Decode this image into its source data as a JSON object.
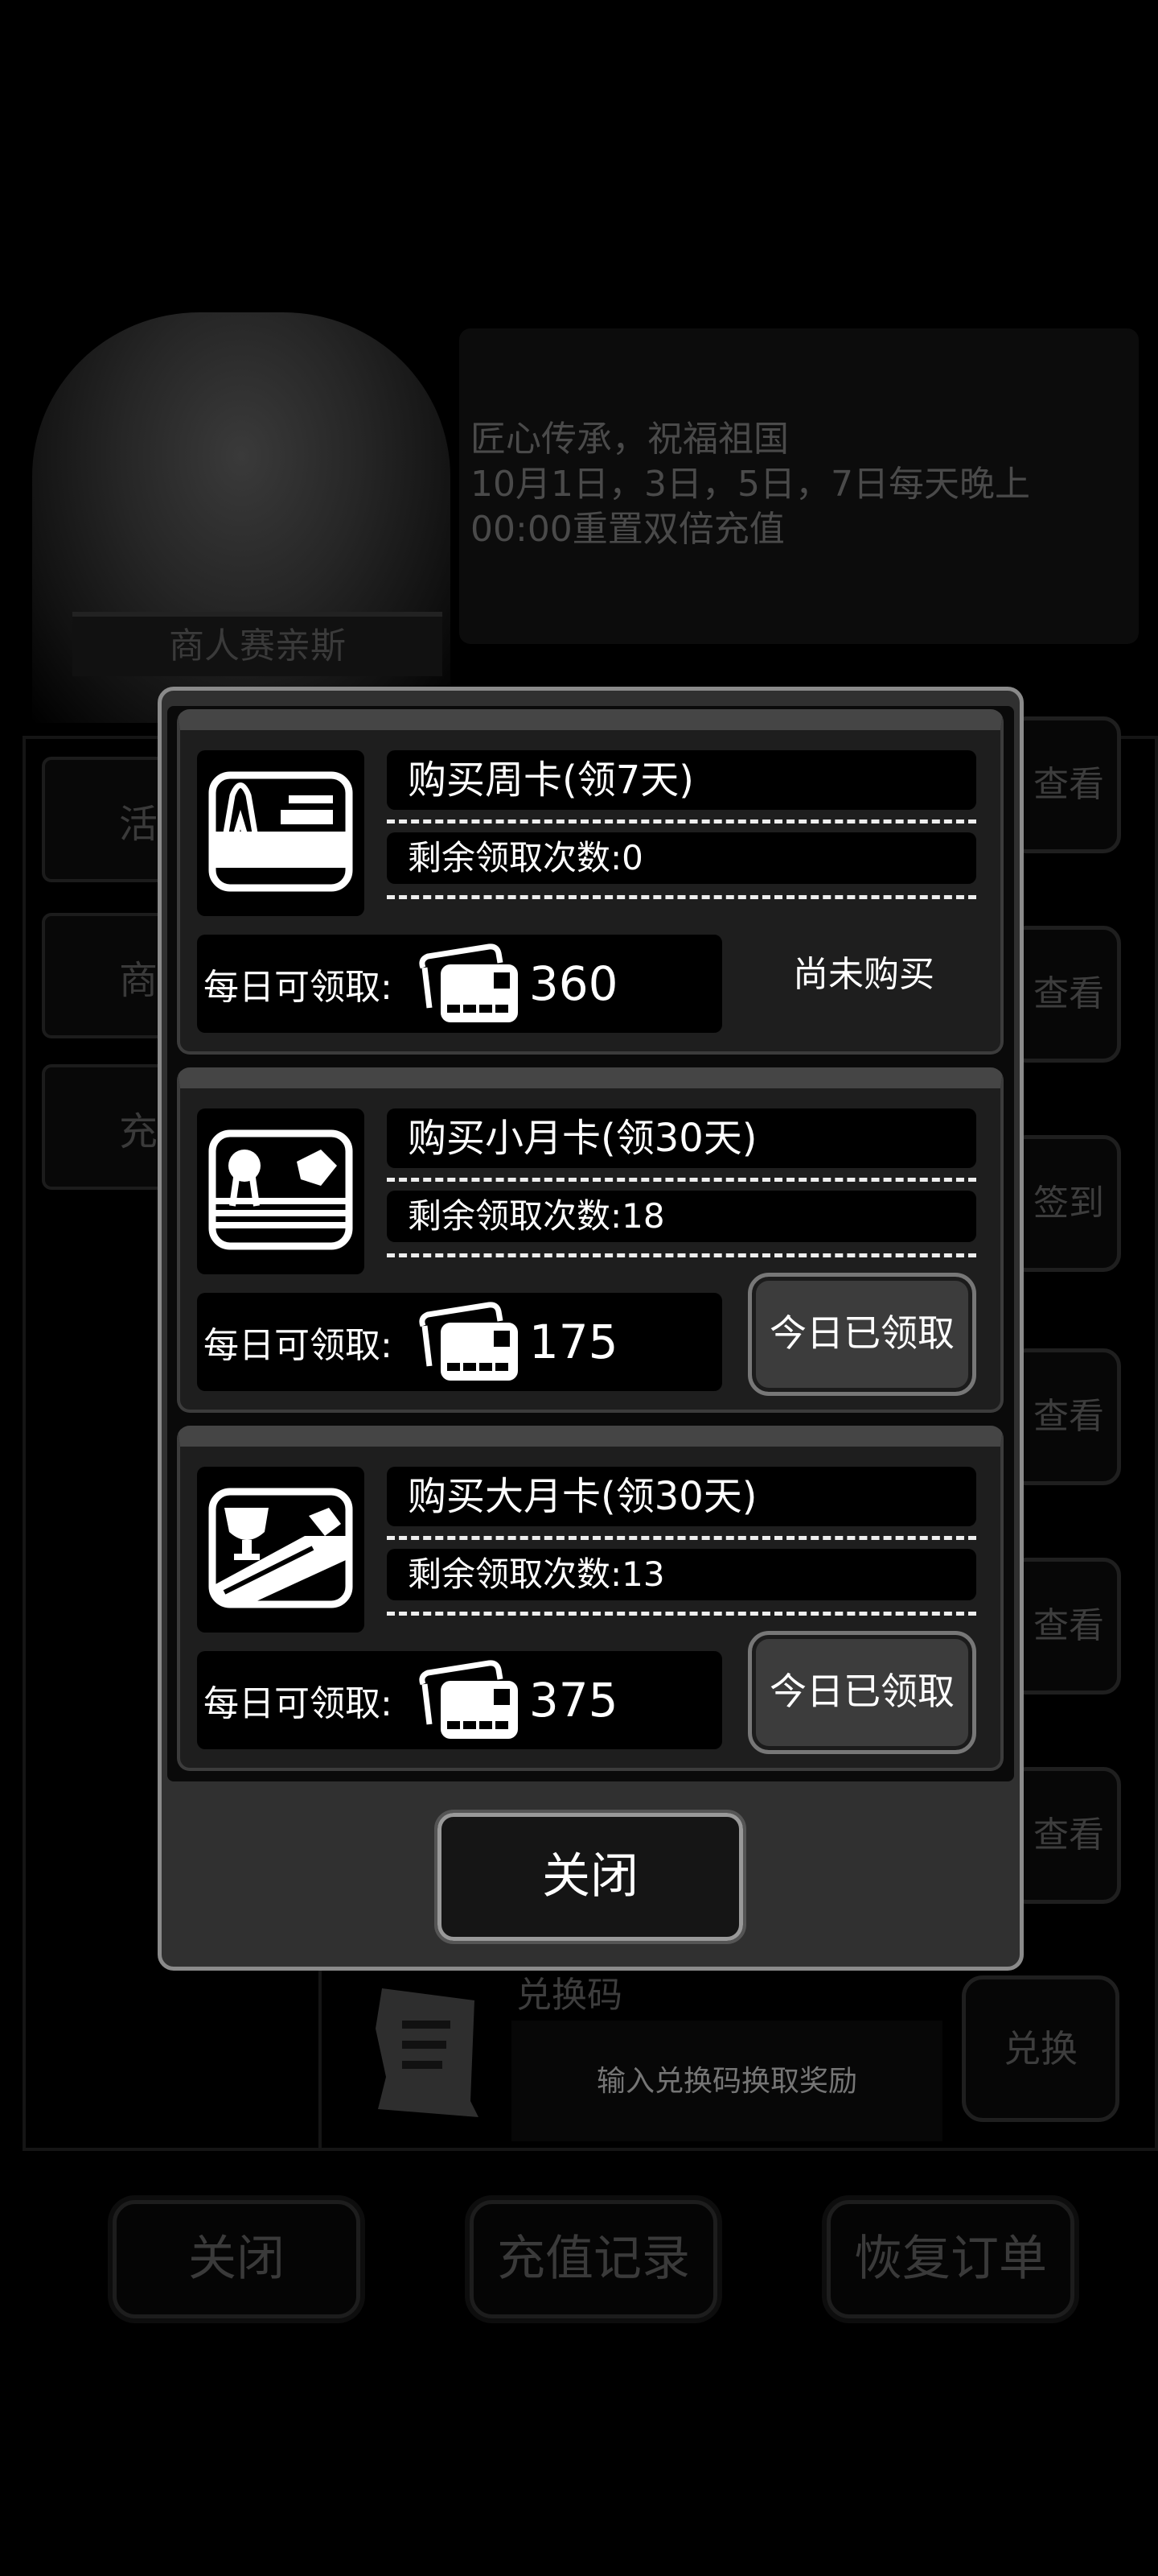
{
  "background": {
    "npc_name": "商人赛亲斯",
    "announcement_lines": [
      "匠心传承，祝福祖国",
      "10月1日，3日，5日，7日每天晚上",
      "00:00重置双倍充值"
    ],
    "left_tabs": [
      "活",
      "商",
      "充"
    ],
    "right_buttons": [
      "查看",
      "查看",
      "签到",
      "查看",
      "查看",
      "查看"
    ],
    "redeem": {
      "title": "兑换码",
      "placeholder": "输入兑换码换取奖励",
      "button": "兑换"
    },
    "bottom_buttons": [
      "关闭",
      "充值记录",
      "恢复订单"
    ]
  },
  "modal": {
    "cards": [
      {
        "icon": "weekly-card-ribbon-icon",
        "title": "购买周卡(领7天)",
        "remaining": "剩余领取次数:0",
        "daily_label": "每日可领取:",
        "daily_amount": "360",
        "status": "尚未购买"
      },
      {
        "icon": "small-monthly-card-medal-icon",
        "title": "购买小月卡(领30天)",
        "remaining": "剩余领取次数:18",
        "daily_label": "每日可领取:",
        "daily_amount": "175",
        "status": "今日已领取"
      },
      {
        "icon": "large-monthly-card-trophy-icon",
        "title": "购买大月卡(领30天)",
        "remaining": "剩余领取次数:13",
        "daily_label": "每日可领取:",
        "daily_amount": "375",
        "status": "今日已领取"
      }
    ],
    "close_label": "关闭"
  }
}
